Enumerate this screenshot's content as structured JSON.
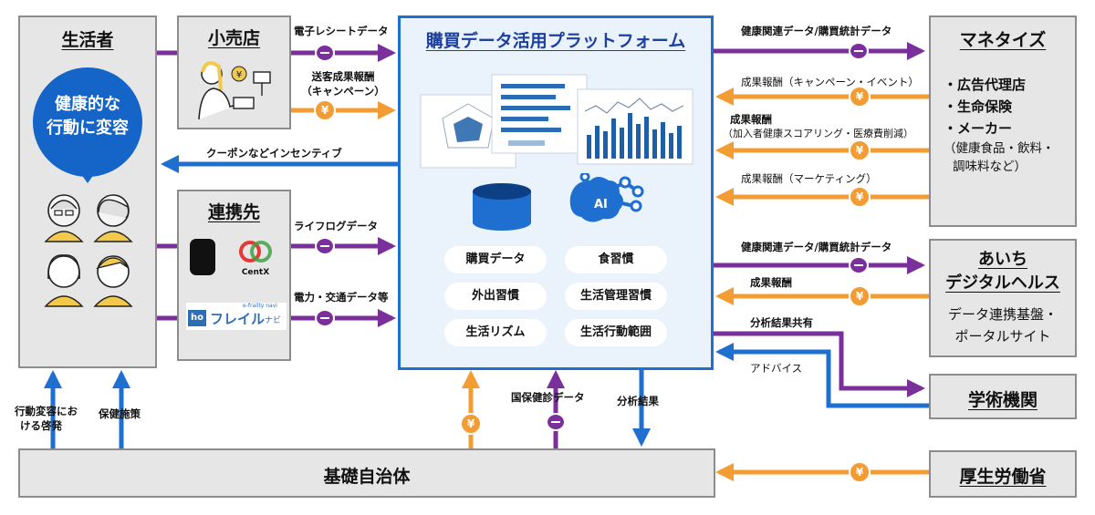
{
  "seikatsusha": {
    "title": "生活者",
    "bubble": [
      "健康的な",
      "行動に変容"
    ]
  },
  "kouriten": {
    "title": "小売店"
  },
  "renkeisaki": {
    "title": "連携先",
    "logo_centx": "CentX",
    "logo_frail": "フレイル",
    "logo_frail_small": "e-frailty navi",
    "logo_frail_tail": "ナビ",
    "logo_frail_badge": "ho"
  },
  "platform": {
    "title": "購買データ活用プラットフォーム",
    "ai_label": "AI",
    "items": [
      "購買データ",
      "食習慣",
      "外出習慣",
      "生活管理習慣",
      "生活リズム",
      "生活行動範囲"
    ]
  },
  "monetize": {
    "title": "マネタイズ",
    "items": [
      "・広告代理店",
      "・生命保険",
      "・メーカー"
    ],
    "note": [
      "（健康食品・飲料・",
      "調味料など）"
    ]
  },
  "aichi": {
    "title_line1": "あいち",
    "title_line2": "デジタルヘルス",
    "desc_line1": "データ連携基盤・",
    "desc_line2": "ポータルサイト"
  },
  "gakujutsu": {
    "title": "学術機関"
  },
  "kouroushou": {
    "title": "厚生労働省"
  },
  "kiso": {
    "title": "基礎自治体"
  },
  "labels": {
    "receipt": "電子レシートデータ",
    "souky1": "送客成果報酬",
    "souky2": "（キャンペーン）",
    "coupon": "クーポンなどインセンティブ",
    "lifelog": "ライフログデータ",
    "energy": "電力・交通データ等",
    "kenko_top": "健康関連データ/購買統計データ",
    "seika_camp": "成果報酬（キャンペーン・イベント）",
    "seika_ins1": "成果報酬",
    "seika_ins2": "（加入者健康スコアリング・医療費削減）",
    "seika_mkt": "成果報酬（マーケティング）",
    "kenko_aichi": "健康関連データ/購買統計データ",
    "seika_aichi": "成果報酬",
    "bunseki_share": "分析結果共有",
    "advice": "アドバイス",
    "kokuho": "国保健診データ",
    "bunseki": "分析結果",
    "kodo1": "行動変容にお",
    "kodo2": "ける啓発",
    "hoken": "保健施策"
  },
  "colors": {
    "purple": "#7b2f9a",
    "blue": "#1e6fd0",
    "orange": "#f39c34",
    "navy": "#1d3f9e",
    "platform_border": "#1e6fd0"
  }
}
